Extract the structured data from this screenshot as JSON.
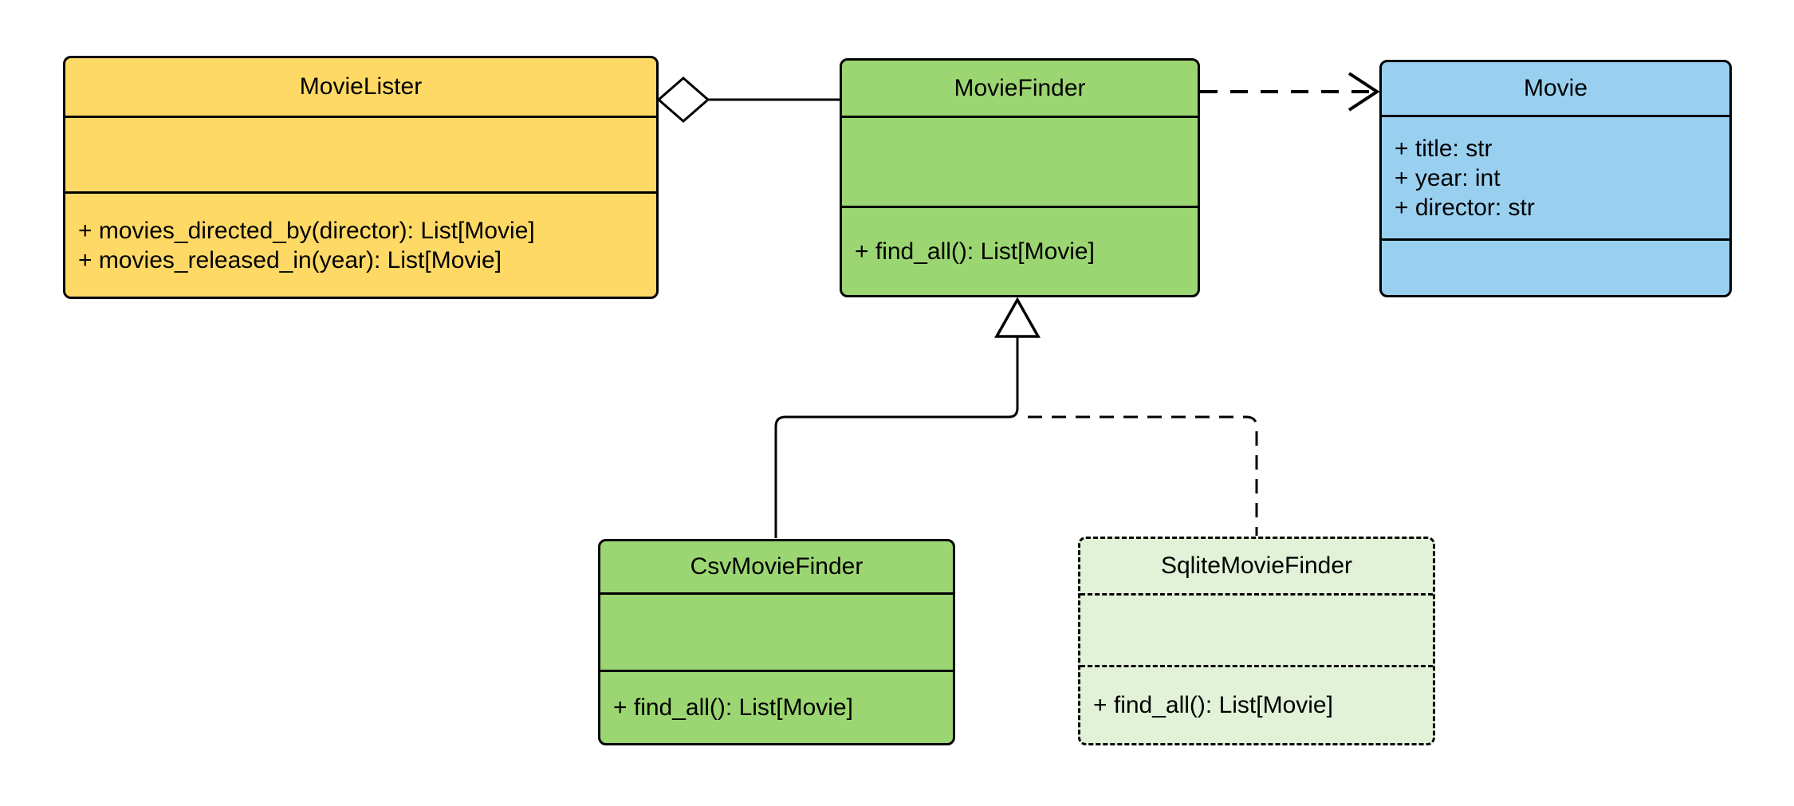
{
  "diagram_title": "UML class diagram",
  "colors": {
    "background": "#FFFFFF",
    "stroke": "#000000",
    "yellow_fill": "#FFD966",
    "green_fill": "#9CD672",
    "blue_fill": "#99D0F0",
    "light_green_fill": "#E1F2D8",
    "marker_fill": "#FFFFFF"
  },
  "classes": {
    "movie_lister": {
      "title": "MovieLister",
      "fill": "#FFD966",
      "border_style": "solid",
      "attributes": [],
      "methods": [
        "+ movies_directed_by(director): List[Movie]",
        "+ movies_released_in(year): List[Movie]"
      ]
    },
    "movie_finder": {
      "title": "MovieFinder",
      "fill": "#9CD672",
      "border_style": "solid",
      "attributes": [],
      "methods": [
        "+ find_all(): List[Movie]"
      ]
    },
    "movie": {
      "title": "Movie",
      "fill": "#99D0F0",
      "border_style": "solid",
      "attributes": [
        "+ title: str",
        "+ year: int",
        "+ director: str"
      ],
      "methods": []
    },
    "csv_movie_finder": {
      "title": "CsvMovieFinder",
      "fill": "#9CD672",
      "border_style": "solid",
      "attributes": [],
      "methods": [
        "+ find_all(): List[Movie]"
      ]
    },
    "sqlite_movie_finder": {
      "title": "SqliteMovieFinder",
      "fill": "#E1F2D8",
      "border_style": "dashed",
      "attributes": [],
      "methods": [
        "+ find_all(): List[Movie]"
      ]
    }
  },
  "relationships": [
    {
      "type": "aggregation",
      "from": "MovieLister",
      "to": "MovieFinder",
      "line": "solid",
      "marker": "hollow-diamond"
    },
    {
      "type": "dependency",
      "from": "MovieFinder",
      "to": "Movie",
      "line": "dashed",
      "marker": "open-arrowhead"
    },
    {
      "type": "generalization",
      "from": "CsvMovieFinder",
      "to": "MovieFinder",
      "line": "solid",
      "marker": "hollow-triangle"
    },
    {
      "type": "generalization",
      "from": "SqliteMovieFinder",
      "to": "MovieFinder",
      "line": "dashed",
      "marker": "hollow-triangle"
    }
  ]
}
